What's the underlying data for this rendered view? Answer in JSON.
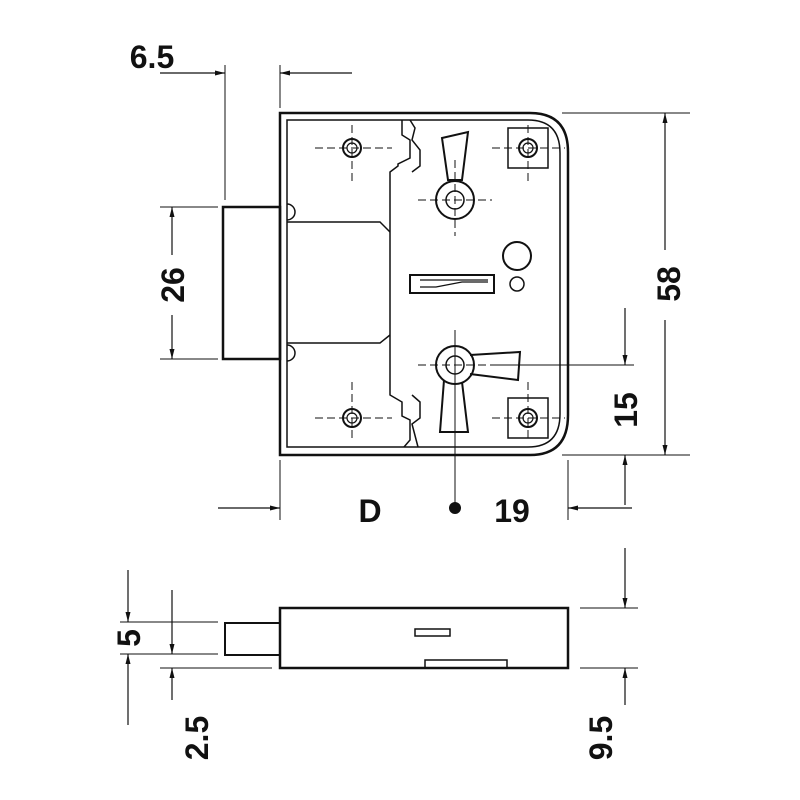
{
  "dimensions": {
    "backset_offset": "6.5",
    "bolt_height": "26",
    "total_height": "58",
    "keyhole_offset": "15",
    "backset_label": "D",
    "case_offset": "19",
    "bolt_thickness": "5",
    "bolt_inset": "2.5",
    "case_depth": "9.5"
  },
  "colors": {
    "line": "#111111",
    "background": "#ffffff"
  }
}
